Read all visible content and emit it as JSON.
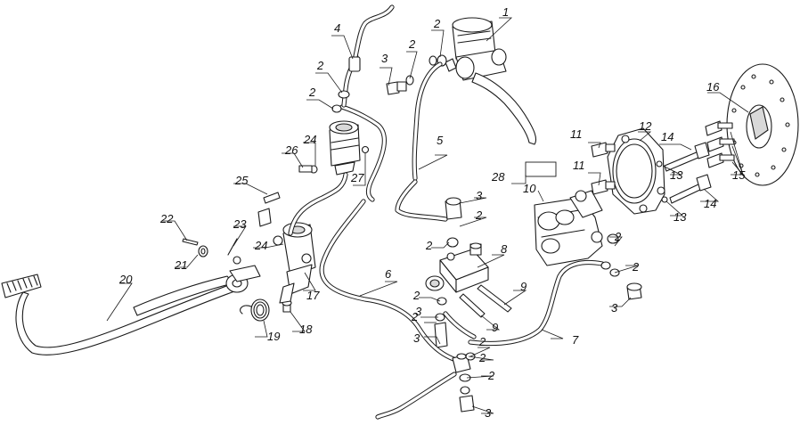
{
  "diagram": {
    "callouts": [
      "1",
      "2",
      "3",
      "4",
      "5",
      "6",
      "7",
      "8",
      "9",
      "10",
      "11",
      "12",
      "13",
      "14",
      "15",
      "16",
      "17",
      "18",
      "19",
      "20",
      "21",
      "22",
      "23",
      "24",
      "25",
      "26",
      "27",
      "28"
    ]
  },
  "labels": [
    {
      "id": "L1",
      "text": "1"
    },
    {
      "id": "L2a",
      "text": "2"
    },
    {
      "id": "L2b",
      "text": "2"
    },
    {
      "id": "L3a",
      "text": "3"
    },
    {
      "id": "L4",
      "text": "4"
    },
    {
      "id": "L2c",
      "text": "2"
    },
    {
      "id": "L2d",
      "text": "2"
    },
    {
      "id": "L5",
      "text": "5"
    },
    {
      "id": "L16",
      "text": "16"
    },
    {
      "id": "L12",
      "text": "12"
    },
    {
      "id": "L11a",
      "text": "11"
    },
    {
      "id": "L14a",
      "text": "14"
    },
    {
      "id": "L13a",
      "text": "13"
    },
    {
      "id": "L15",
      "text": "15"
    },
    {
      "id": "L11b",
      "text": "11"
    },
    {
      "id": "L14b",
      "text": "14"
    },
    {
      "id": "L13b",
      "text": "13"
    },
    {
      "id": "L28",
      "text": "28"
    },
    {
      "id": "L10",
      "text": "10"
    },
    {
      "id": "L24a",
      "text": "24"
    },
    {
      "id": "L26",
      "text": "26"
    },
    {
      "id": "L27",
      "text": "27"
    },
    {
      "id": "L25",
      "text": "25"
    },
    {
      "id": "L3b",
      "text": "3"
    },
    {
      "id": "L2e",
      "text": "2"
    },
    {
      "id": "L2f",
      "text": "2"
    },
    {
      "id": "L22",
      "text": "22"
    },
    {
      "id": "L23",
      "text": "23"
    },
    {
      "id": "L24b",
      "text": "24"
    },
    {
      "id": "L21",
      "text": "21"
    },
    {
      "id": "L8",
      "text": "8"
    },
    {
      "id": "L2g",
      "text": "2"
    },
    {
      "id": "L2h",
      "text": "2"
    },
    {
      "id": "L3c",
      "text": "3"
    },
    {
      "id": "L6",
      "text": "6"
    },
    {
      "id": "L9a",
      "text": "9"
    },
    {
      "id": "L9b",
      "text": "9"
    },
    {
      "id": "L20",
      "text": "20"
    },
    {
      "id": "L17",
      "text": "17"
    },
    {
      "id": "L18",
      "text": "18"
    },
    {
      "id": "L19",
      "text": "19"
    },
    {
      "id": "L2i",
      "text": "2"
    },
    {
      "id": "L2j",
      "text": "2"
    },
    {
      "id": "L3d",
      "text": "3"
    },
    {
      "id": "L3e",
      "text": "3"
    },
    {
      "id": "L7",
      "text": "7"
    },
    {
      "id": "L2k",
      "text": "2"
    },
    {
      "id": "L2l",
      "text": "2"
    },
    {
      "id": "L2m",
      "text": "2"
    },
    {
      "id": "L3f",
      "text": "3"
    }
  ]
}
